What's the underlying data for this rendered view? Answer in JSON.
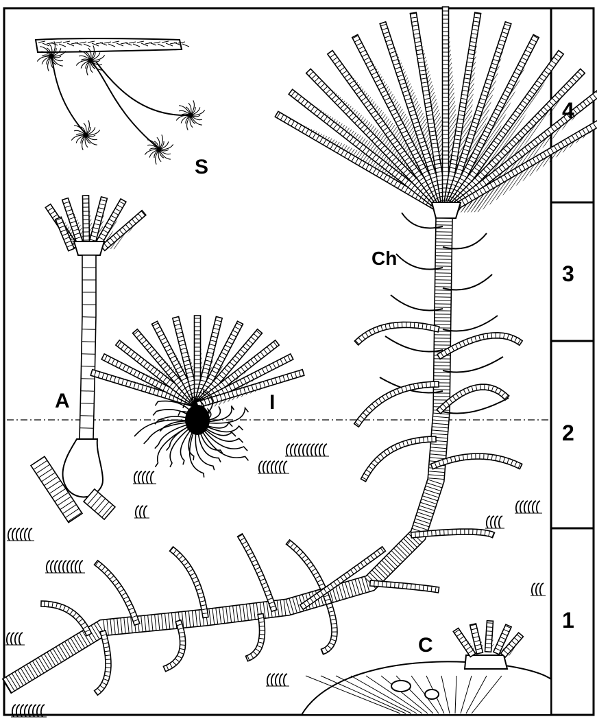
{
  "figure_labels": {
    "s": "S",
    "a": "A",
    "i": "I",
    "ch": "Ch",
    "c": "C"
  },
  "tier_labels": [
    "4",
    "3",
    "2",
    "1"
  ],
  "colors": {
    "ink": "#000000",
    "paper": "#ffffff"
  }
}
